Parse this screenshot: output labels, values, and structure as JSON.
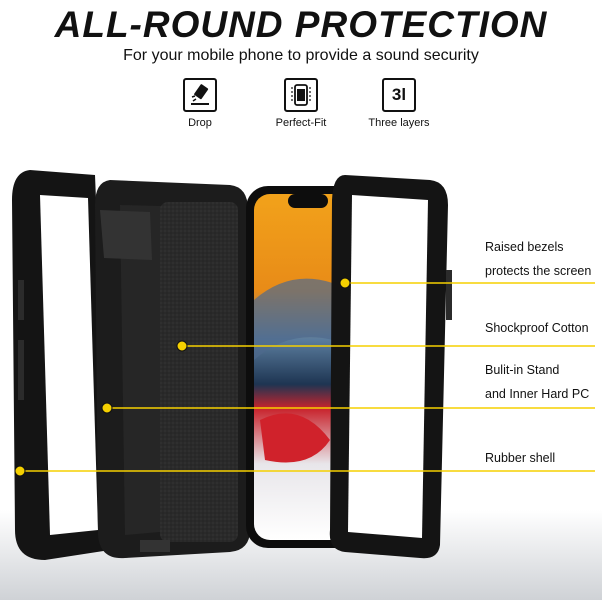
{
  "header": {
    "title": "ALL-ROUND PROTECTION",
    "subtitle": "For your mobile phone to provide a sound security"
  },
  "features": [
    {
      "icon": "drop-icon",
      "label": "Drop"
    },
    {
      "icon": "perfect-fit-icon",
      "label": "Perfect-Fit"
    },
    {
      "icon": "three-layers-icon",
      "label": "Three layers",
      "icon_text": "3l"
    }
  ],
  "callouts": [
    {
      "lines": [
        "Raised bezels",
        "protects the screen"
      ]
    },
    {
      "lines": [
        "Shockproof Cotton"
      ]
    },
    {
      "lines": [
        "Bulit-in Stand",
        "and Inner Hard PC"
      ]
    },
    {
      "lines": [
        "Rubber shell"
      ]
    }
  ],
  "colors": {
    "callout_line": "#f5d000",
    "case_black": "#111111"
  }
}
